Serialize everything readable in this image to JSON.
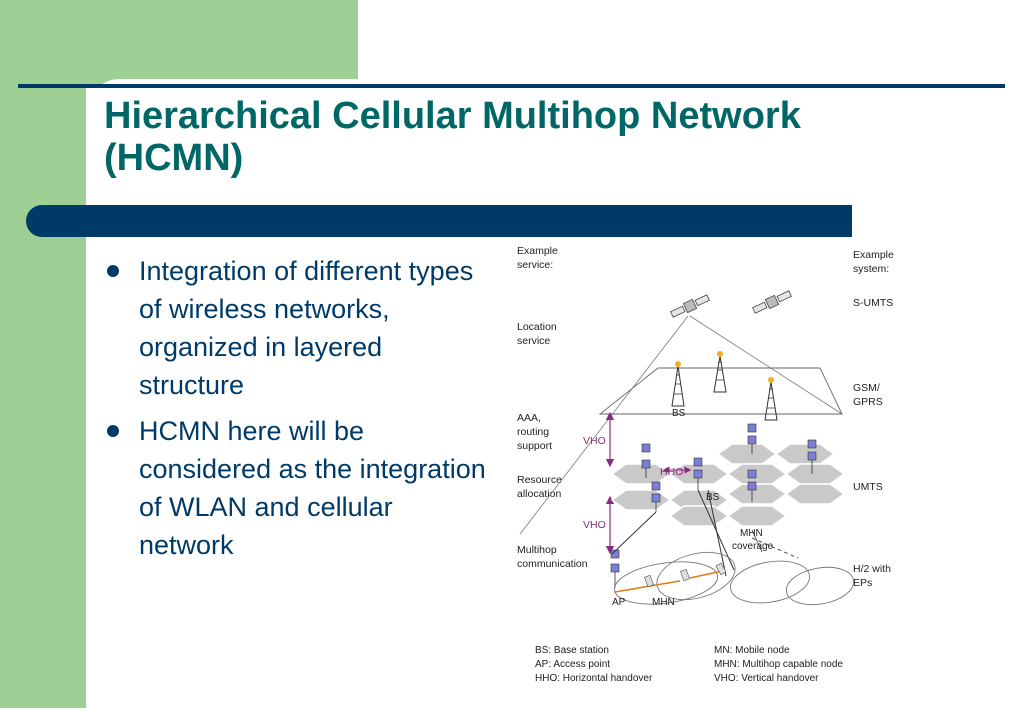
{
  "title": {
    "line1": "Hierarchical Cellular Multihop Network",
    "line2": "(HCMN)"
  },
  "bullets": [
    {
      "text": "Integration of different types of wireless networks, organized in layered structure"
    },
    {
      "text": "HCMN here will be considered as the integration of WLAN and cellular network"
    }
  ],
  "diagram": {
    "left_labels": {
      "example_service_1": "Example",
      "example_service_2": "service:",
      "location_1": "Location",
      "location_2": "service",
      "aaa_1": "AAA,",
      "aaa_2": "routing",
      "aaa_3": "support",
      "resource_1": "Resource",
      "resource_2": "allocation",
      "multihop_1": "Multihop",
      "multihop_2": "communication"
    },
    "right_labels": {
      "example_system_1": "Example",
      "example_system_2": "system:",
      "sumts": "S-UMTS",
      "gsm_1": "GSM/",
      "gsm_2": "GPRS",
      "umts": "UMTS",
      "h2_1": "H/2 with",
      "h2_2": "EPs"
    },
    "inline_labels": {
      "bs_top": "BS",
      "bs_mid": "BS",
      "vho_upper": "VHO",
      "vho_lower": "VHO",
      "hho": "HHO",
      "mhn_coverage_1": "MHN",
      "mhn_coverage_2": "coverage",
      "ap": "AP",
      "mhn": "MHN"
    },
    "legend": {
      "bs": "BS: Base station",
      "ap": "AP: Access point",
      "hho": "HHO: Horizontal handover",
      "mn": "MN: Mobile node",
      "mhn": "MHN: Multihop capable node",
      "vho": "VHO: Vertical handover"
    },
    "colors": {
      "vho_arrow": "#8a2a80",
      "hex_cell": "#c9c9c9",
      "node_blue": "#7b7fd6",
      "link_orange": "#e07b1a"
    }
  }
}
